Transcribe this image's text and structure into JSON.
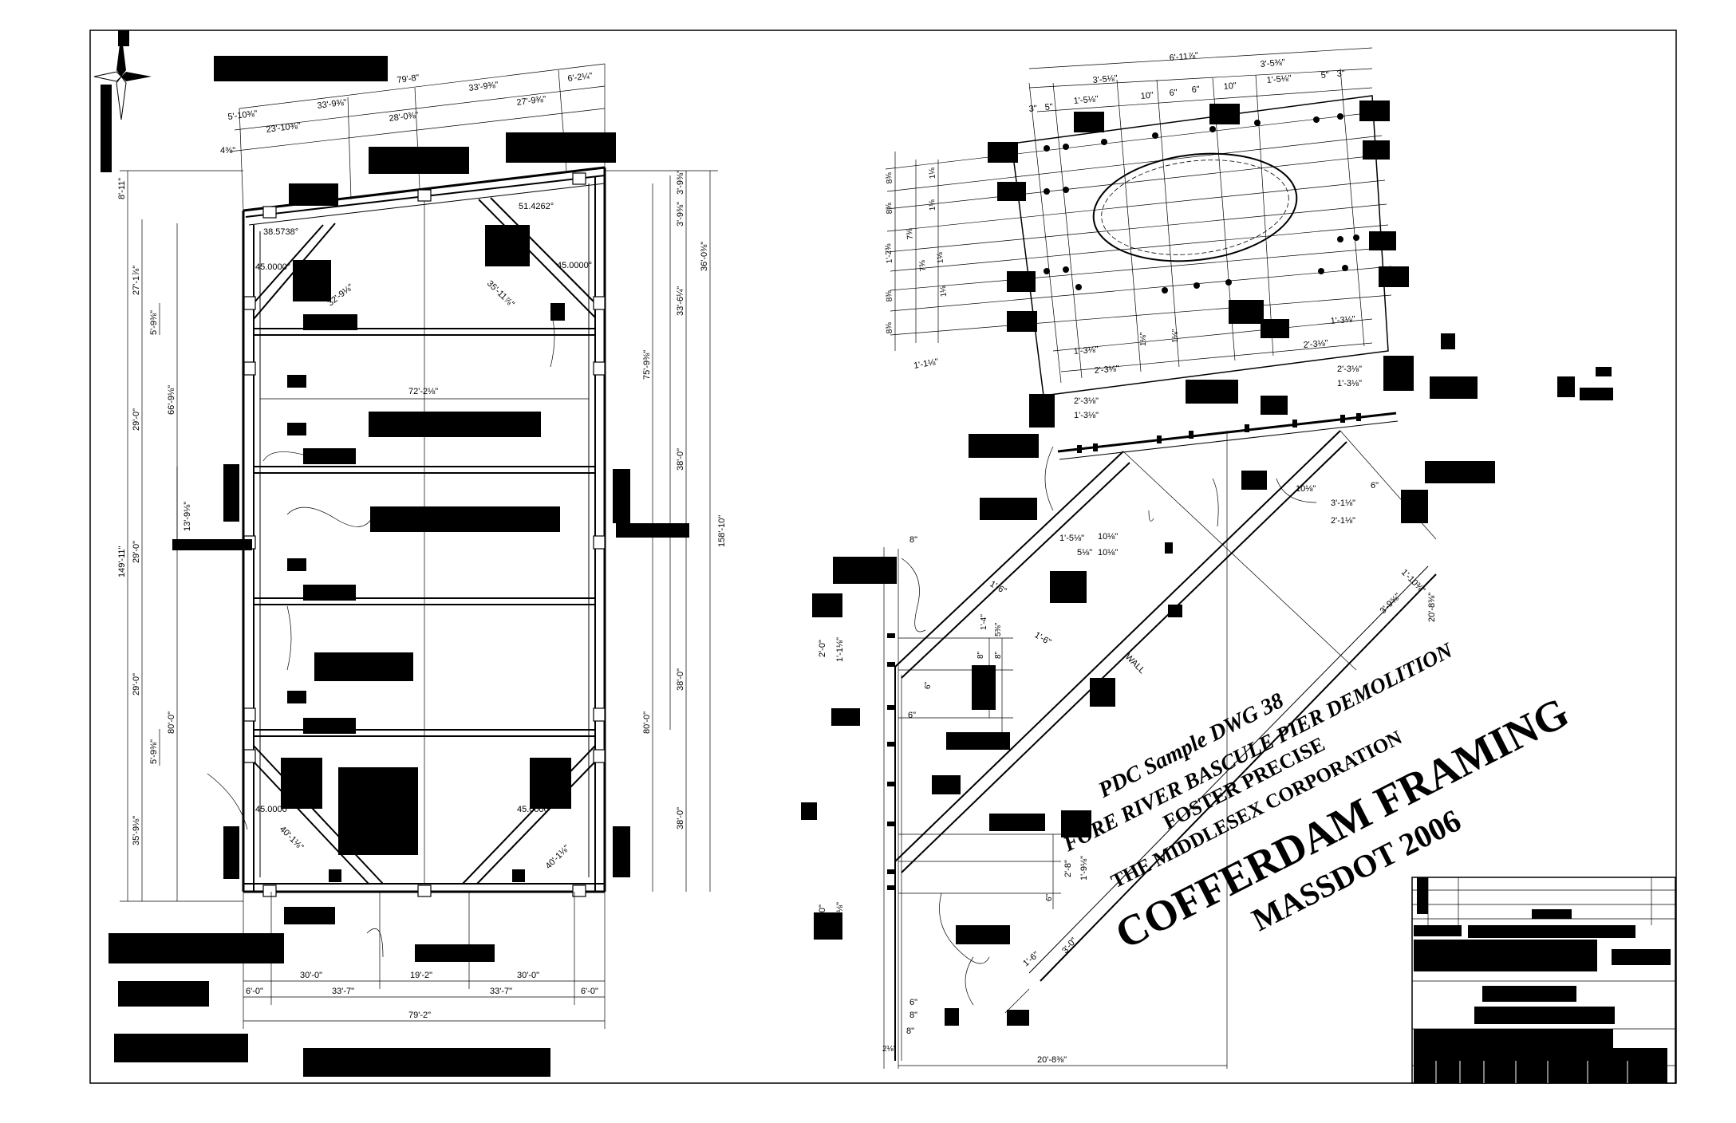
{
  "title_block": {
    "drawing_id": "PDC Sample DWG 38",
    "project": "FORE RIVER BASCULE PIER DEMOLITION",
    "contractor_1": "FOSTER PRECISE",
    "contractor_2": "THE MIDDLESEX CORPORATION",
    "sheet_title": "COFFERDAM FRAMING",
    "client_year": "MASSDOT 2006"
  },
  "plan": {
    "top_dims": [
      "79'-8\"",
      "6'-2¼\"",
      "33'-9⅜\"",
      "33'-9⅜\"",
      "28'-0⅜\"",
      "27'-9⅜\"",
      "5'-10⅜\"",
      "23'-10⅜\"",
      "4⅜\""
    ],
    "bottom_dims": [
      "30'-0\"",
      "19'-2\"",
      "30'-0\"",
      "6'-0\"",
      "33'-7\"",
      "33'-7\"",
      "6'-0\"",
      "79'-2\""
    ],
    "left_dims": [
      "8'-11\"",
      "27'-1⅞\"",
      "5'-9⅜\"",
      "29'-0\"",
      "29'-0\"",
      "29'-0\"",
      "5'-9⅜\"",
      "35'-9⅛\"",
      "149'-11\"",
      "66'-9⅛\"",
      "13'-9⅛\"",
      "80'-0\""
    ],
    "right_dims": [
      "3'-9⅜\"",
      "3'-9⅜\"",
      "36'-0⅜\"",
      "33'-6¼\"",
      "75'-9⅜\"",
      "38'-0\"",
      "38'-0\"",
      "38'-0\"",
      "80'-0\"",
      "158'-10\""
    ],
    "interior_dims": [
      "72'-2⅛\"",
      "32'-9⅛\"",
      "35'-11⅞\"",
      "40'-1⅛\"",
      "40'-1⅛\""
    ],
    "angles": [
      "38.5738°",
      "51.4262°",
      "45.0000°",
      "45.0000°",
      "45.0000°",
      "45.0000°"
    ]
  },
  "detail": {
    "top_dims": [
      "6'-11⅞\"",
      "3'-5⅛\"",
      "3'-5⅜\"",
      "1'-5⅛\"",
      "1'-5⅛\"",
      "10\"",
      "6\"",
      "6\"",
      "10\"",
      "3\"",
      "5\"",
      "5\"",
      "3\""
    ],
    "side_dims": [
      "8⅜",
      "8⅜",
      "7⅜",
      "7⅜",
      "1'-2⅜",
      "8⅜",
      "8⅜",
      "1⅛",
      "1⅛",
      "1⅛",
      "1⅛"
    ],
    "bottom_dims": [
      "1'-3⅛\"",
      "2'-3⅛\"",
      "1'-3⅛\"",
      "2'-3⅛\"",
      "1⅛\"",
      "1⅛\"",
      "1'-1⅛\""
    ],
    "lower_dims": [
      "2'-3⅛\"",
      "1'-3⅛\"",
      "2'-3⅛\"",
      "1'-3⅛\"",
      "1'-5⅛\"",
      "10⅛\"",
      "10⅛\"",
      "5⅛\"",
      "1'-6\"",
      "1'-6\"",
      "1'-10⅜\"",
      "3'-9⅝\"",
      "20'-8⅜\"",
      "3'-1⅛\"",
      "2'-1⅛\"",
      "10⅛\"",
      "6\"",
      "8\"",
      "6\"",
      "8\"",
      "2'-0\"",
      "1'-1⅛\"",
      "1'-4\"",
      "5⅜\"",
      "8\"",
      "8\"",
      "6\"",
      "2'-8\"",
      "1'-9⅛\"",
      "2'-0\"",
      "1'-1⅛\"",
      "6\"",
      "1'-6\"",
      "3'-0\"",
      "6\"",
      "8\"",
      "2⅛\"",
      "20'-8⅜\"",
      "WALL"
    ]
  }
}
